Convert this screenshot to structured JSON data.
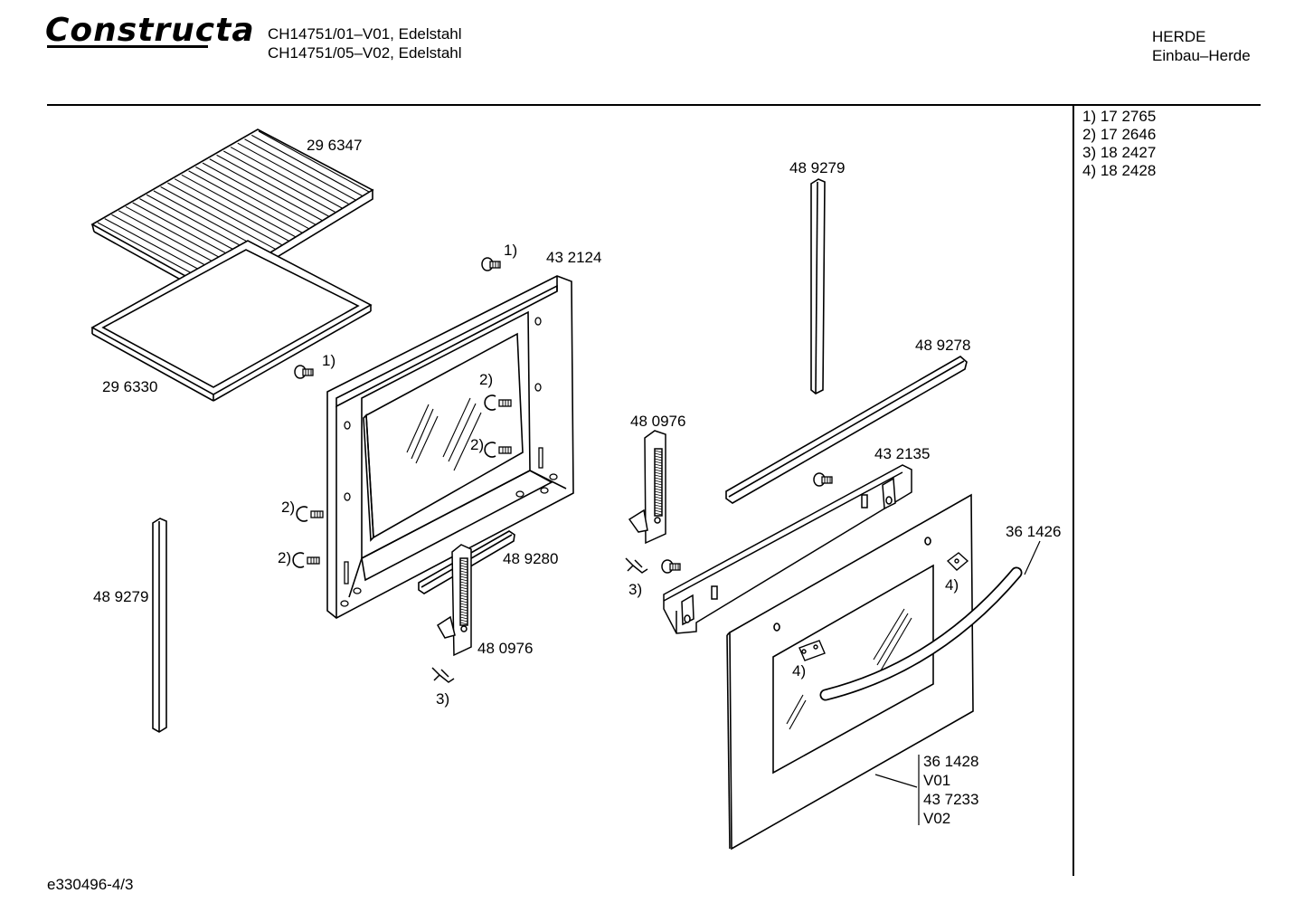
{
  "header": {
    "brand": "Constructa",
    "models": [
      "CH14751/01–V01, Edelstahl",
      "CH14751/05–V02, Edelstahl"
    ],
    "category": [
      "HERDE",
      "Einbau–Herde"
    ]
  },
  "legend": [
    "1)  17 2765",
    "2)  17 2646",
    "3)  18 2427",
    "4)  18 2428"
  ],
  "labels": {
    "tray_grid": "29 6347",
    "tray_pan": "29 6330",
    "frame": "43 2124",
    "gasket_top": "48 9279",
    "gasket_left": "48 9279",
    "strip_long": "48 9278",
    "hinge_upper": "48 0976",
    "hinge_lower": "48 0976",
    "rod": "48 9280",
    "bracket": "43 2135",
    "handle": "36 1426",
    "door_1": "36 1428",
    "door_1_ver": "V01",
    "door_2": "43 7233",
    "door_2_ver": "V02",
    "ref1_a": "1)",
    "ref1_b": "1)",
    "ref2_a": "2)",
    "ref2_b": "2)",
    "ref2_c": "2)",
    "ref2_d": "2)",
    "ref3_a": "3)",
    "ref3_b": "3)",
    "ref4_a": "4)",
    "ref4_b": "4)"
  },
  "footer": {
    "code": "e330496-4/3"
  }
}
